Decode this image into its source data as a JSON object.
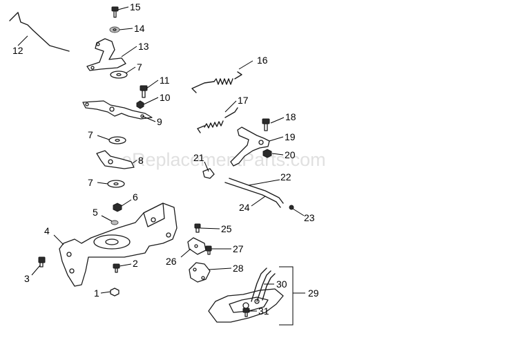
{
  "watermark": "eReplacementParts.com",
  "callouts": {
    "c1": "1",
    "c2": "2",
    "c3": "3",
    "c4": "4",
    "c5": "5",
    "c6": "6",
    "c7a": "7",
    "c7b": "7",
    "c7c": "7",
    "c8": "8",
    "c9": "9",
    "c10": "10",
    "c11": "11",
    "c12": "12",
    "c13": "13",
    "c14": "14",
    "c15": "15",
    "c16": "16",
    "c17": "17",
    "c18": "18",
    "c19": "19",
    "c20": "20",
    "c21": "21",
    "c22": "22",
    "c23": "23",
    "c24": "24",
    "c25": "25",
    "c26": "26",
    "c27": "27",
    "c28": "28",
    "c29": "29",
    "c30": "30",
    "c31": "31"
  }
}
